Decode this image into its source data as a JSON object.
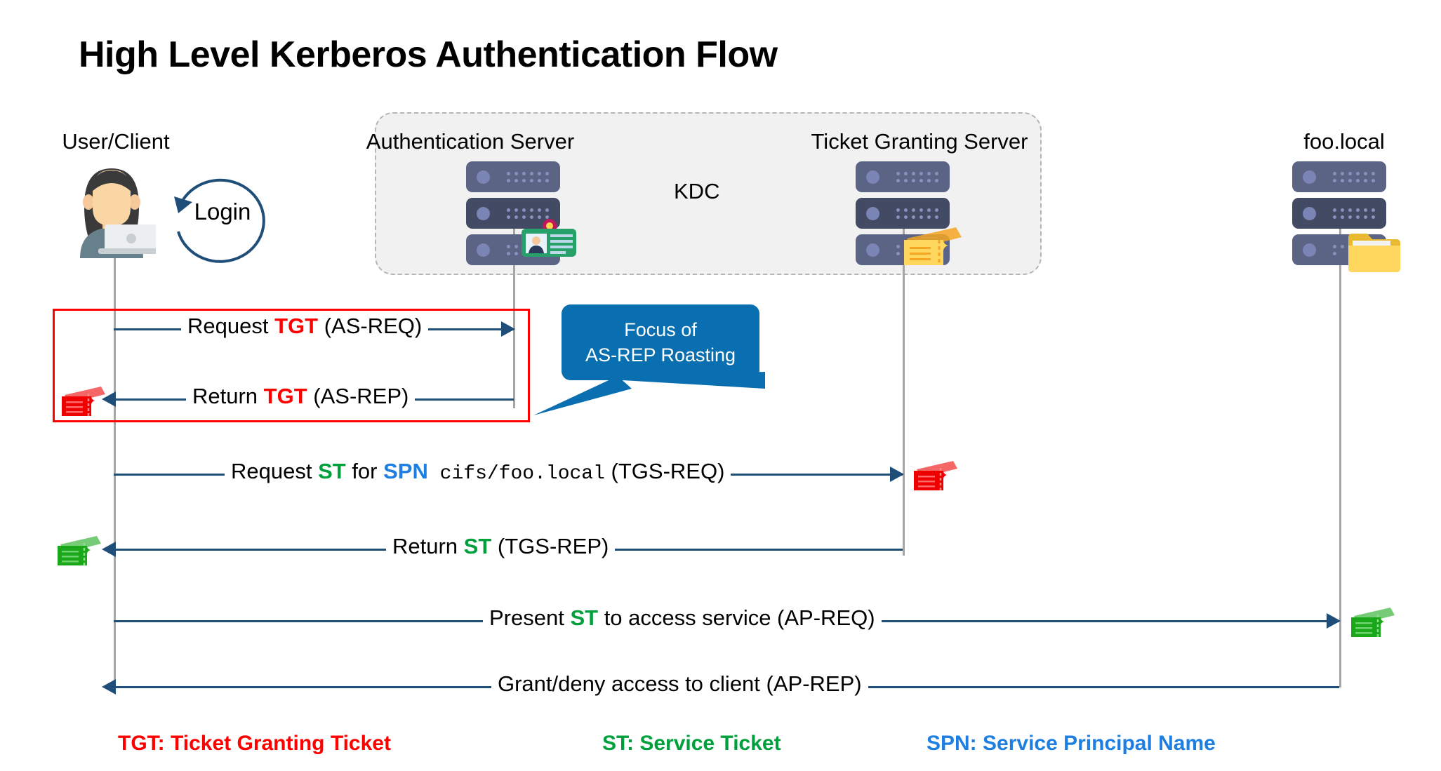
{
  "title": "High Level Kerberos Authentication Flow",
  "actors": [
    {
      "id": "client",
      "label": "User/Client",
      "icon": "user-avatar-icon"
    },
    {
      "id": "as",
      "label": "Authentication Server",
      "icon": "server-stack-icon"
    },
    {
      "id": "tgs",
      "label": "Ticket Granting Server",
      "icon": "server-stack-icon"
    },
    {
      "id": "service",
      "label": "foo.local",
      "icon": "server-stack-icon"
    }
  ],
  "kdc": {
    "label": "KDC"
  },
  "login": {
    "label": "Login"
  },
  "callout": {
    "line1": "Focus of",
    "line2": "AS-REP Roasting",
    "color": "#0a6fb0"
  },
  "messages": [
    {
      "id": "as-req",
      "direction": "right",
      "parts": [
        {
          "text": "Request ",
          "style": "plain"
        },
        {
          "text": "TGT",
          "style": "tgt"
        },
        {
          "text": " (AS-REQ)",
          "style": "plain"
        }
      ],
      "plain": "Request TGT (AS-REQ)"
    },
    {
      "id": "as-rep",
      "direction": "left",
      "parts": [
        {
          "text": "Return ",
          "style": "plain"
        },
        {
          "text": "TGT",
          "style": "tgt"
        },
        {
          "text": " (AS-REP)",
          "style": "plain"
        }
      ],
      "plain": "Return TGT (AS-REP)"
    },
    {
      "id": "tgs-req",
      "direction": "right",
      "parts": [
        {
          "text": "Request ",
          "style": "plain"
        },
        {
          "text": "ST",
          "style": "st"
        },
        {
          "text": " for ",
          "style": "plain"
        },
        {
          "text": "SPN",
          "style": "spn"
        },
        {
          "text": " cifs/foo.local",
          "style": "mono"
        },
        {
          "text": " (TGS-REQ)",
          "style": "plain"
        }
      ],
      "plain": "Request ST for SPN cifs/foo.local (TGS-REQ)"
    },
    {
      "id": "tgs-rep",
      "direction": "left",
      "parts": [
        {
          "text": "Return ",
          "style": "plain"
        },
        {
          "text": "ST",
          "style": "st"
        },
        {
          "text": " (TGS-REP)",
          "style": "plain"
        }
      ],
      "plain": "Return ST (TGS-REP)"
    },
    {
      "id": "ap-req",
      "direction": "right",
      "parts": [
        {
          "text": "Present ",
          "style": "plain"
        },
        {
          "text": "ST",
          "style": "st"
        },
        {
          "text": " to access service (AP-REQ)",
          "style": "plain"
        }
      ],
      "plain": "Present ST to access service (AP-REQ)"
    },
    {
      "id": "ap-rep",
      "direction": "left",
      "parts": [
        {
          "text": "Grant/deny access to client (AP-REP)",
          "style": "plain"
        }
      ],
      "plain": "Grant/deny access to client (AP-REP)"
    }
  ],
  "tickets": [
    {
      "id": "tgt-client",
      "color": "#ee0000",
      "meaning": "tgt-ticket-icon"
    },
    {
      "id": "tgt-tgs",
      "color": "#ee0000",
      "meaning": "tgt-ticket-icon"
    },
    {
      "id": "st-client",
      "color": "#1aa81a",
      "meaning": "st-ticket-icon"
    },
    {
      "id": "st-service",
      "color": "#1aa81a",
      "meaning": "st-ticket-icon"
    }
  ],
  "legend": [
    {
      "id": "tgt",
      "text": "TGT: Ticket Granting Ticket",
      "color": "#ff0000"
    },
    {
      "id": "st",
      "text": "ST: Service Ticket",
      "color": "#00a03c"
    },
    {
      "id": "spn",
      "text": "SPN: Service Principal Name",
      "color": "#1f7fe0"
    }
  ],
  "colors": {
    "arrow": "#1f4e79",
    "lifeline": "#a6a6a6",
    "kdc_fill": "#f1f1f1",
    "kdc_border": "#b5b5b5",
    "highlight_box": "#ff0000"
  }
}
